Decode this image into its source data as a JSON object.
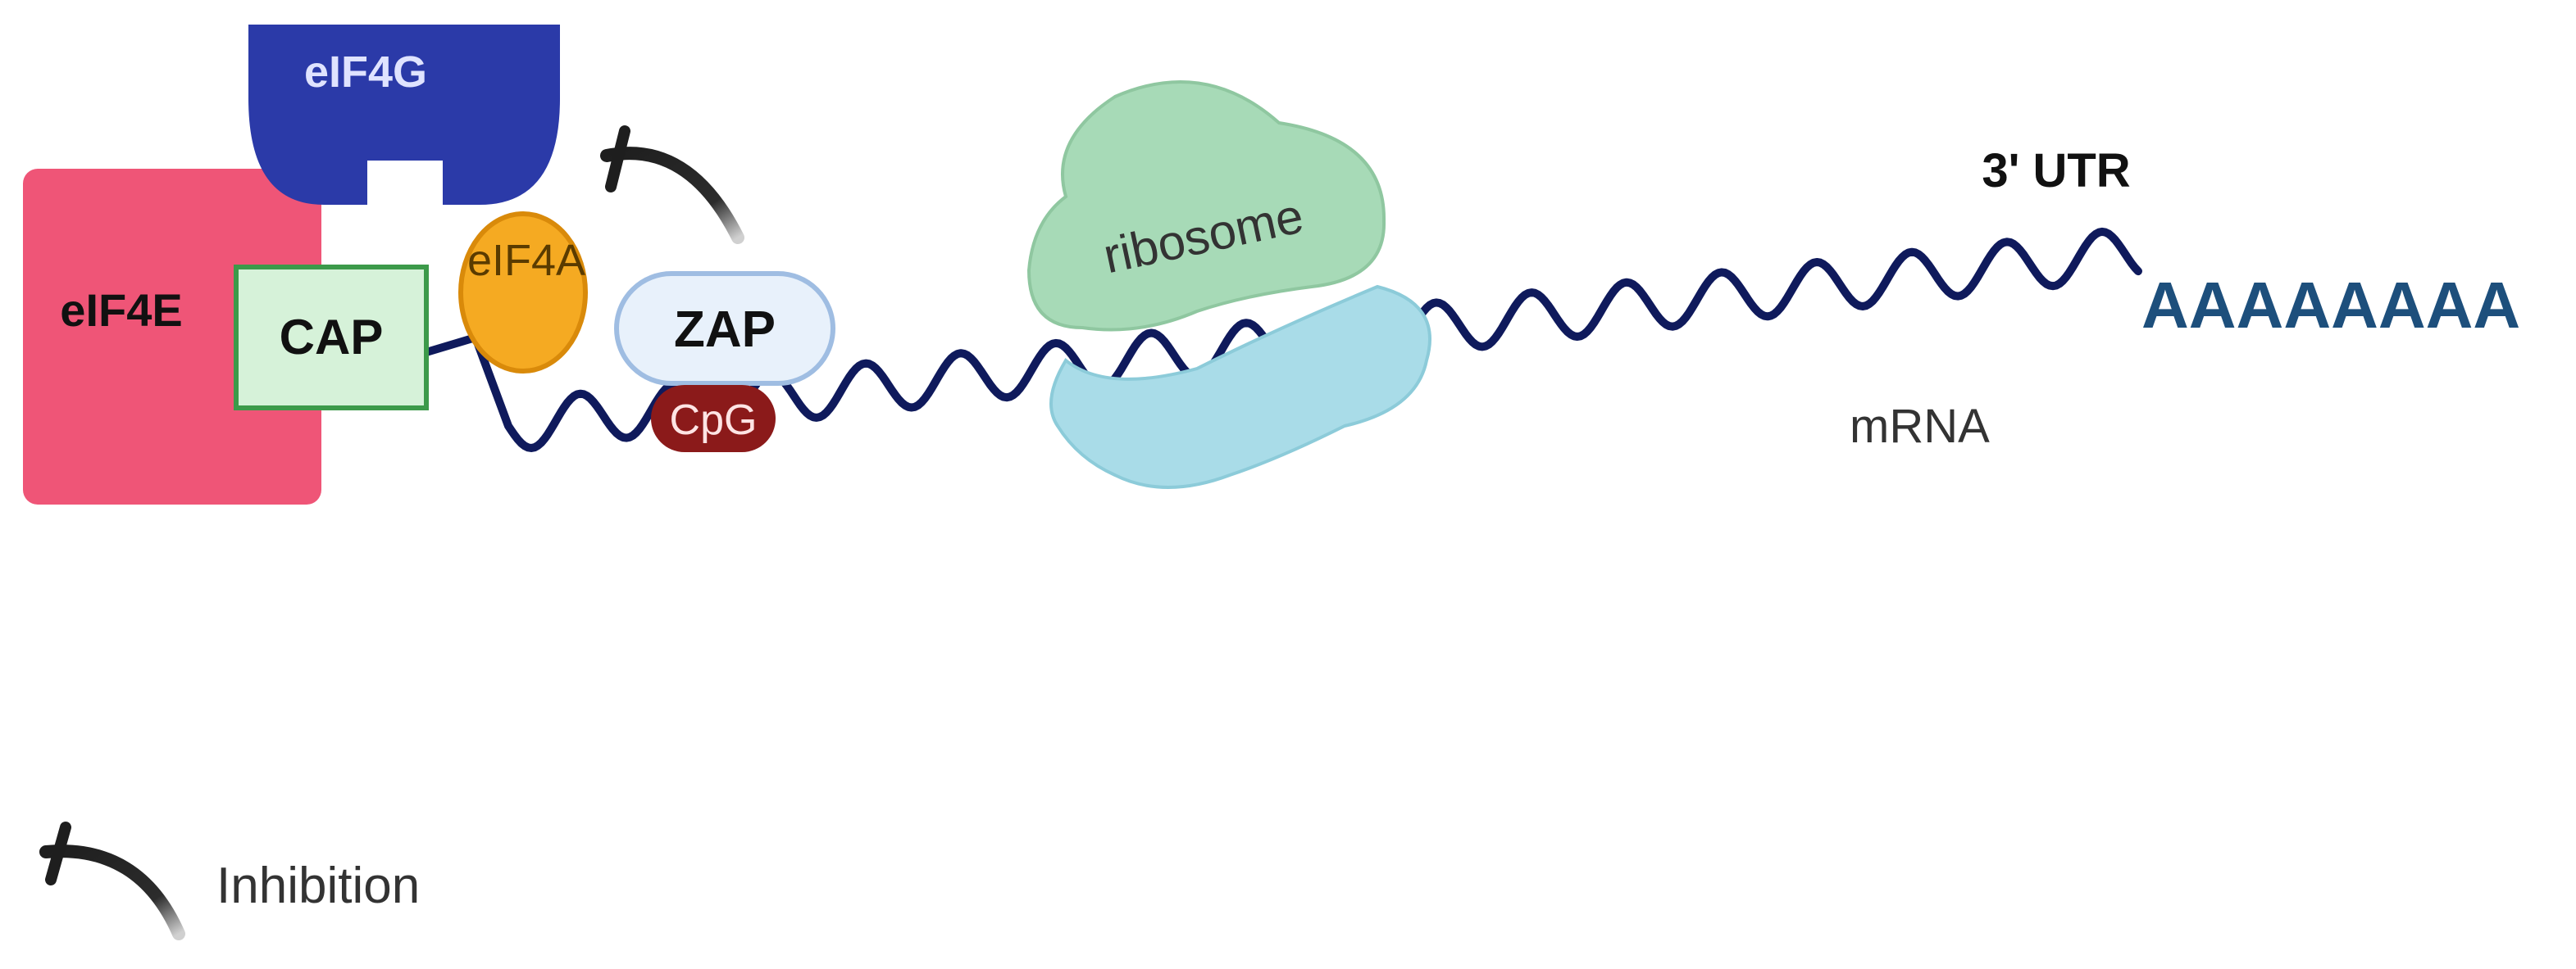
{
  "labels": {
    "eif4g": "eIF4G",
    "eif4e": "eIF4E",
    "cap": "CAP",
    "eif4a": "eIF4A",
    "zap": "ZAP",
    "cpg": "CpG",
    "ribosome": "ribosome",
    "utr": "3' UTR",
    "polya": "AAAAAAAA",
    "mrna": "mRNA"
  },
  "legend": {
    "inhibition": "Inhibition"
  },
  "colors": {
    "eif4g": "#2b3aa8",
    "eif4e": "#ef5577",
    "cap_fill": "#d6f2d9",
    "cap_stroke": "#3c9a4a",
    "eif4a_fill": "#f5aa22",
    "eif4a_stroke": "#d98a0a",
    "zap_fill": "#e8f1fb",
    "zap_stroke": "#9fbde2",
    "cpg": "#8b1a1a",
    "ribosome_large": "#a7dab7",
    "ribosome_small": "#a9dce8",
    "mrna": "#0f1a5c",
    "polya": "#1d4f7c",
    "arrow": "#1e1e1e"
  }
}
